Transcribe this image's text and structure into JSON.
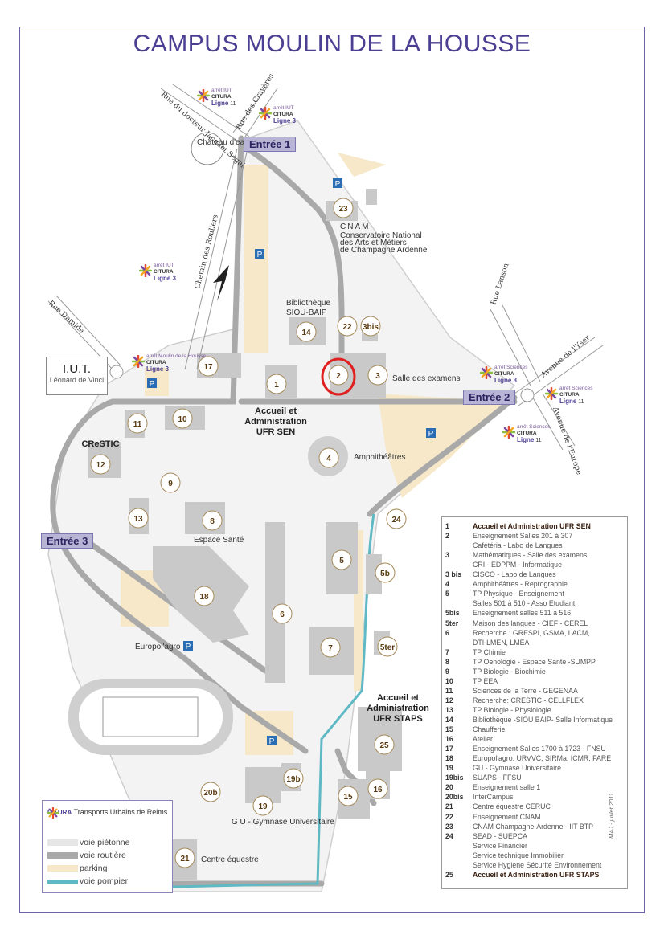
{
  "title": "CAMPUS MOULIN DE LA HOUSSE",
  "entrances": {
    "e1": "Entrée 1",
    "e2": "Entrée 2",
    "e3": "Entrée 3"
  },
  "iut": {
    "name": "I.U.T.",
    "sub": "Léonard de Vinci"
  },
  "streets": {
    "s1": "Rue du docteur Jacquet Segal",
    "s2": "Rue des Crayères",
    "s3": "Chemin des Rouliers",
    "s4": "Rue Damide",
    "s5": "Rue Lanson",
    "s6": "Avenue de l'Yser",
    "s7": "Avenue de l'Europe"
  },
  "stops": [
    {
      "arret": "arrêt IUT",
      "brand": "CITURA",
      "line": "Ligne",
      "num": "11"
    },
    {
      "arret": "arrêt IUT",
      "brand": "CITURA",
      "line": "Ligne 3",
      "num": ""
    },
    {
      "arret": "arrêt IUT",
      "brand": "CITURA",
      "line": "Ligne 3",
      "num": ""
    },
    {
      "arret": "arrêt Moulin de la Housse",
      "brand": "CITURA",
      "line": "Ligne 3",
      "num": ""
    },
    {
      "arret": "arrêt Sciences",
      "brand": "CITURA",
      "line": "Ligne 3",
      "num": ""
    },
    {
      "arret": "arrêt Sciences",
      "brand": "CITURA",
      "line": "Ligne",
      "num": "11"
    },
    {
      "arret": "arrêt Sciences",
      "brand": "CITURA",
      "line": "Ligne",
      "num": "11"
    }
  ],
  "places": {
    "chateau": "Château d'eau",
    "cnam": "CNAM",
    "cnam_sub1": "Conservatoire National",
    "cnam_sub2": "des Arts et Métiers",
    "cnam_sub3": "de Champagne Ardenne",
    "biblio1": "Bibliothèque",
    "biblio2": "SIOU-BAIP",
    "salle": "Salle des examens",
    "accueil_sen1": "Accueil et",
    "accueil_sen2": "Administration",
    "accueil_sen3": "UFR SEN",
    "amphi": "Amphithéâtres",
    "crestic": "CReSTIC",
    "sante": "Espace Santé",
    "europol": "Europol'agro",
    "staps1": "Accueil et",
    "staps2": "Administration",
    "staps3": "UFR STAPS",
    "gu": "G U - Gymnase Universitaire",
    "equestre": "Centre équestre",
    "parking": "P"
  },
  "markers": {
    "m1": "1",
    "m2": "2",
    "m3": "3",
    "m4": "4",
    "m5": "5",
    "m5b": "5b",
    "m5ter": "5ter",
    "m6": "6",
    "m7": "7",
    "m8": "8",
    "m9": "9",
    "m10": "10",
    "m11": "11",
    "m12": "12",
    "m13": "13",
    "m14": "14",
    "m15": "15",
    "m16": "16",
    "m17": "17",
    "m18": "18",
    "m19": "19",
    "m19b": "19b",
    "m20b": "20b",
    "m21": "21",
    "m22": "22",
    "m23": "23",
    "m24": "24",
    "m25": "25",
    "m3bis": "3bis"
  },
  "legend": {
    "brand": "CITURA",
    "brand_sub": "Transports Urbains de Reims",
    "pieton": "voie piétonne",
    "routiere": "voie routière",
    "parking": "parking",
    "pompier": "voie pompier"
  },
  "colors": {
    "title": "#4b3f93",
    "building": "#c9c9c9",
    "road": "#a9a9a9",
    "path": "#e6e6e6",
    "parking": "#f6e8c8",
    "pompier": "#5fb9c4",
    "marker_fill": "#ffffff",
    "marker_stroke": "#a58a5a",
    "highlight": "#e02020",
    "entree_bg": "#b7b4d6"
  },
  "list": [
    {
      "n": "1",
      "t": "Accueil et Administration UFR SEN",
      "hl": true
    },
    {
      "n": "2",
      "t": "Enseignement Salles 201 à 307",
      "hl": false
    },
    {
      "n": "",
      "t": "Cafétéria - Labo de Langues",
      "hl": false
    },
    {
      "n": "3",
      "t": "Mathématiques - Salle des examens",
      "hl": false
    },
    {
      "n": "",
      "t": "CRI - EDPPM - Informatique",
      "hl": false
    },
    {
      "n": "3 bis",
      "t": "CISCO - Labo de Langues",
      "hl": false
    },
    {
      "n": "4",
      "t": "Amphithéâtres - Reprographie",
      "hl": false
    },
    {
      "n": "5",
      "t": "TP Physique - Enseignement",
      "hl": false
    },
    {
      "n": "",
      "t": "Salles 501 à 510 - Asso Etudiant",
      "hl": false
    },
    {
      "n": "5bis",
      "t": "Enseignement salles 511 à 516",
      "hl": false
    },
    {
      "n": "5ter",
      "t": "Maison des langues - CIEF - CEREL",
      "hl": false
    },
    {
      "n": "6",
      "t": "Recherche : GRESPI, GSMA, LACM,",
      "hl": false
    },
    {
      "n": "",
      "t": "DTI-LMEN, LMEA",
      "hl": false
    },
    {
      "n": "7",
      "t": "TP Chimie",
      "hl": false
    },
    {
      "n": "8",
      "t": "TP Oenologie - Espace Sante -SUMPP",
      "hl": false
    },
    {
      "n": "9",
      "t": "TP Biologie - Biochimie",
      "hl": false
    },
    {
      "n": "10",
      "t": "TP EEA",
      "hl": false
    },
    {
      "n": "11",
      "t": "Sciences de la Terre - GEGENAA",
      "hl": false
    },
    {
      "n": "12",
      "t": "Recherche: CRESTIC - CELLFLEX",
      "hl": false
    },
    {
      "n": "13",
      "t": "TP Biologie - Physiologie",
      "hl": false
    },
    {
      "n": "14",
      "t": "Bibliothèque -SIOU BAIP- Salle Informatique",
      "hl": false
    },
    {
      "n": "15",
      "t": "Chaufferie",
      "hl": false
    },
    {
      "n": "16",
      "t": "Atelier",
      "hl": false
    },
    {
      "n": "17",
      "t": "Enseignement Salles 1700 à 1723 - FNSU",
      "hl": false
    },
    {
      "n": "18",
      "t": "Europol'agro: URVVC, SIRMa, ICMR, FARE",
      "hl": false
    },
    {
      "n": "19",
      "t": "GU - Gymnase Universitaire",
      "hl": false
    },
    {
      "n": "19bis",
      "t": "SUAPS - FFSU",
      "hl": false
    },
    {
      "n": "20",
      "t": "Enseignement salle 1",
      "hl": false
    },
    {
      "n": "20bis",
      "t": "InterCampus",
      "hl": false
    },
    {
      "n": "21",
      "t": "Centre équestre CERUC",
      "hl": false
    },
    {
      "n": "22",
      "t": "Enseignement CNAM",
      "hl": false
    },
    {
      "n": "23",
      "t": "CNAM Champagne-Ardenne - IIT BTP",
      "hl": false
    },
    {
      "n": "24",
      "t": "SEAD - SUEPCA",
      "hl": false
    },
    {
      "n": "",
      "t": "Service Financier",
      "hl": false
    },
    {
      "n": "",
      "t": "Service technique Immobilier",
      "hl": false
    },
    {
      "n": "",
      "t": "Service Hygiène Sécurité Environnement",
      "hl": false
    },
    {
      "n": "25",
      "t": "Accueil et Administration UFR STAPS",
      "hl": true
    }
  ],
  "credit": "MAJ - juillet 2011"
}
